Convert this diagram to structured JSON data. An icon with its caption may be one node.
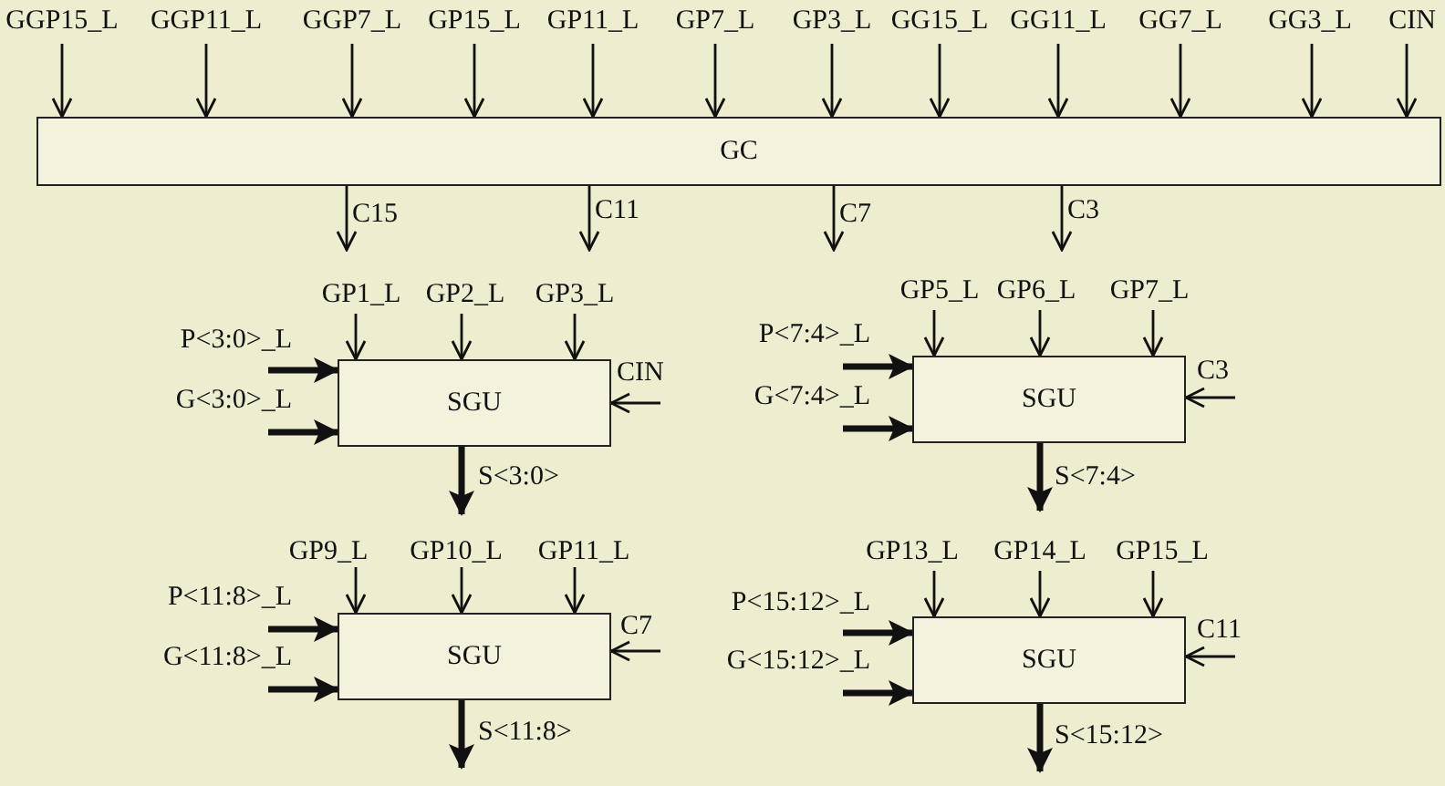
{
  "diagram": {
    "nodes": [
      {
        "text": [
          "GC"
        ]
      },
      {
        "text": [
          "SGU"
        ]
      },
      {
        "text": [
          "SGU"
        ]
      },
      {
        "text": [
          "SGU"
        ]
      },
      {
        "text": [
          "SGU"
        ]
      }
    ],
    "edges": [
      {
        "from": null,
        "to": 0,
        "arrow": "to",
        "label": "GGP15_L"
      },
      {
        "from": null,
        "to": 0,
        "arrow": "to",
        "label": "GGP11_L"
      },
      {
        "from": null,
        "to": 0,
        "arrow": "to",
        "label": "GGP7_L"
      },
      {
        "from": null,
        "to": 0,
        "arrow": "to",
        "label": "GP15_L"
      },
      {
        "from": null,
        "to": 0,
        "arrow": "to",
        "label": "GP11_L"
      },
      {
        "from": null,
        "to": 0,
        "arrow": "to",
        "label": "GP7_L"
      },
      {
        "from": null,
        "to": 0,
        "arrow": "to",
        "label": "GP3_L"
      },
      {
        "from": null,
        "to": 0,
        "arrow": "to",
        "label": "GG15_L"
      },
      {
        "from": null,
        "to": 0,
        "arrow": "to",
        "label": "GG11_L"
      },
      {
        "from": null,
        "to": 0,
        "arrow": "to",
        "label": "GG7_L"
      },
      {
        "from": null,
        "to": 0,
        "arrow": "to",
        "label": "GG3_L"
      },
      {
        "from": null,
        "to": 0,
        "arrow": "to",
        "label": "CIN"
      },
      {
        "from": 0,
        "to": null,
        "arrow": "to",
        "label": "C15"
      },
      {
        "from": 0,
        "to": null,
        "arrow": "to",
        "label": "C11"
      },
      {
        "from": 0,
        "to": null,
        "arrow": "to",
        "label": "C7"
      },
      {
        "from": 0,
        "to": null,
        "arrow": "to",
        "label": "C3"
      },
      {
        "from": null,
        "to": 1,
        "arrow": "to",
        "label": "GP1_L"
      },
      {
        "from": null,
        "to": 1,
        "arrow": "to",
        "label": "GP2_L"
      },
      {
        "from": null,
        "to": 1,
        "arrow": "to",
        "label": "GP3_L"
      },
      {
        "from": null,
        "to": 1,
        "arrow": "to",
        "label": "P<3:0>_L",
        "style": "thick"
      },
      {
        "from": null,
        "to": 1,
        "arrow": "to",
        "label": "G<3:0>_L",
        "style": "thick"
      },
      {
        "from": null,
        "to": 1,
        "arrow": "to",
        "label": "CIN"
      },
      {
        "from": 1,
        "to": null,
        "arrow": "to",
        "label": "S<3:0>",
        "style": "thick"
      },
      {
        "from": null,
        "to": 2,
        "arrow": "to",
        "label": "GP5_L"
      },
      {
        "from": null,
        "to": 2,
        "arrow": "to",
        "label": "GP6_L"
      },
      {
        "from": null,
        "to": 2,
        "arrow": "to",
        "label": "GP7_L"
      },
      {
        "from": null,
        "to": 2,
        "arrow": "to",
        "label": "P<7:4>_L",
        "style": "thick"
      },
      {
        "from": null,
        "to": 2,
        "arrow": "to",
        "label": "G<7:4>_L",
        "style": "thick"
      },
      {
        "from": null,
        "to": 2,
        "arrow": "to",
        "label": "C3"
      },
      {
        "from": 2,
        "to": null,
        "arrow": "to",
        "label": "S<7:4>",
        "style": "thick"
      },
      {
        "from": null,
        "to": 3,
        "arrow": "to",
        "label": "GP9_L"
      },
      {
        "from": null,
        "to": 3,
        "arrow": "to",
        "label": "GP10_L"
      },
      {
        "from": null,
        "to": 3,
        "arrow": "to",
        "label": "GP11_L"
      },
      {
        "from": null,
        "to": 3,
        "arrow": "to",
        "label": "P<11:8>_L",
        "style": "thick"
      },
      {
        "from": null,
        "to": 3,
        "arrow": "to",
        "label": "G<11:8>_L",
        "style": "thick"
      },
      {
        "from": null,
        "to": 3,
        "arrow": "to",
        "label": "C7"
      },
      {
        "from": 3,
        "to": null,
        "arrow": "to",
        "label": "S<11:8>",
        "style": "thick"
      },
      {
        "from": null,
        "to": 4,
        "arrow": "to",
        "label": "GP13_L"
      },
      {
        "from": null,
        "to": 4,
        "arrow": "to",
        "label": "GP14_L"
      },
      {
        "from": null,
        "to": 4,
        "arrow": "to",
        "label": "GP15_L"
      },
      {
        "from": null,
        "to": 4,
        "arrow": "to",
        "label": "P<15:12>_L",
        "style": "thick"
      },
      {
        "from": null,
        "to": 4,
        "arrow": "to",
        "label": "G<15:12>_L",
        "style": "thick"
      },
      {
        "from": null,
        "to": 4,
        "arrow": "to",
        "label": "C11"
      },
      {
        "from": 4,
        "to": null,
        "arrow": "to",
        "label": "S<15:12>",
        "style": "thick"
      }
    ]
  }
}
